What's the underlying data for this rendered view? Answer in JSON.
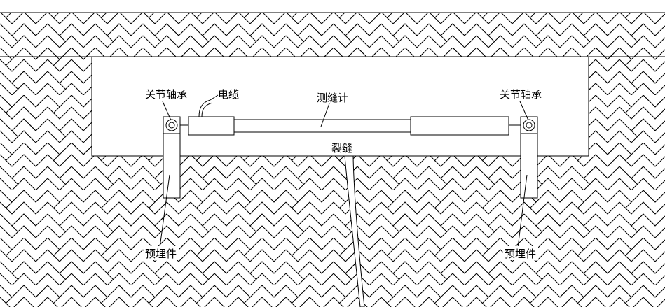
{
  "labels": {
    "joint_bearing_left": "关节轴承",
    "joint_bearing_right": "关节轴承",
    "cable": "电缆",
    "crack_meter": "测缝计",
    "crack": "裂缝",
    "embedded_part_left": "预埋件",
    "embedded_part_right": "预埋件"
  },
  "colors": {
    "line": "#000000",
    "background": "#ffffff"
  }
}
